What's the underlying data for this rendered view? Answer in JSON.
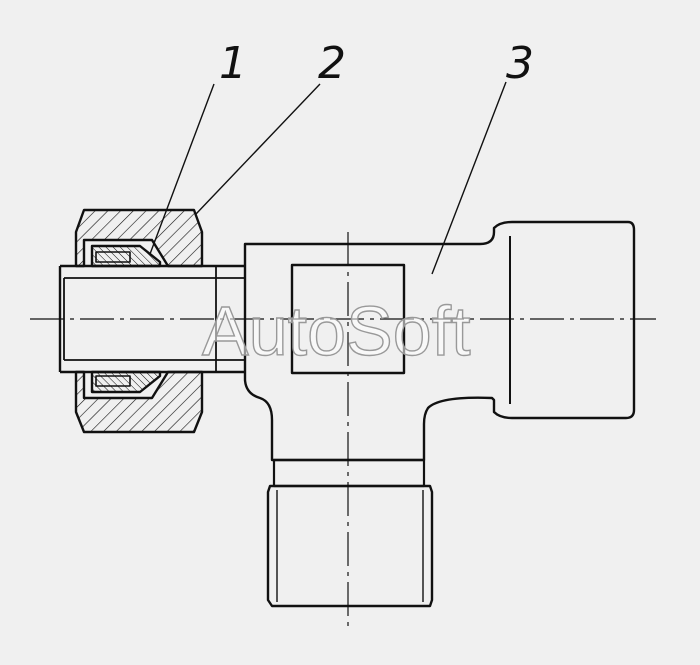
{
  "labels": {
    "part_1": "1",
    "part_2": "2",
    "part_3": "3"
  },
  "watermark": "AutoSoft",
  "colors": {
    "background": "#f0f0f0",
    "line": "#111111"
  }
}
